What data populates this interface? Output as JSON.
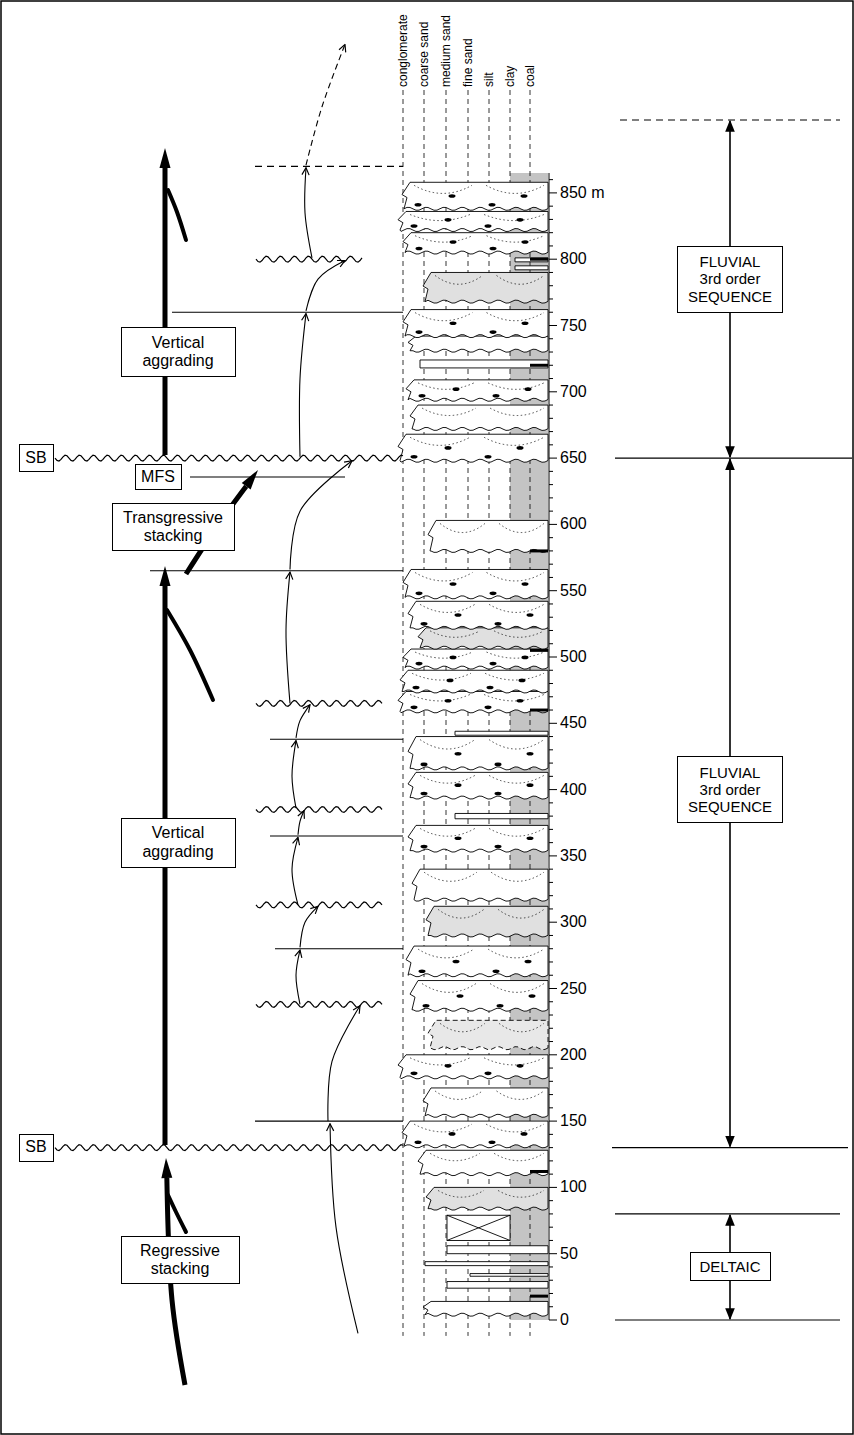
{
  "diagram": {
    "nodes": [
      {
        "text": [
          "FLUVIAL 3rd order SEQUENCE"
        ]
      },
      {
        "text": [
          "Vertical aggrading"
        ]
      },
      {
        "text": [
          "SB"
        ]
      },
      {
        "text": [
          "MFS"
        ]
      },
      {
        "text": [
          "Transgressive stacking"
        ]
      },
      {
        "text": [
          "Vertical aggrading"
        ]
      },
      {
        "text": [
          "FLUVIAL 3rd order SEQUENCE"
        ]
      },
      {
        "text": [
          "SB"
        ]
      },
      {
        "text": [
          "Regressive stacking"
        ]
      },
      {
        "text": [
          "DELTAIC"
        ]
      }
    ],
    "labels": [
      "conglomerate",
      "coarse sand",
      "medium sand",
      "fine sand",
      "silt",
      "clay",
      "coal",
      "850 m",
      "800",
      "750",
      "700",
      "650",
      "600",
      "550",
      "500",
      "450",
      "400",
      "350",
      "300",
      "250",
      "200",
      "150",
      "100",
      "50",
      "0"
    ]
  }
}
